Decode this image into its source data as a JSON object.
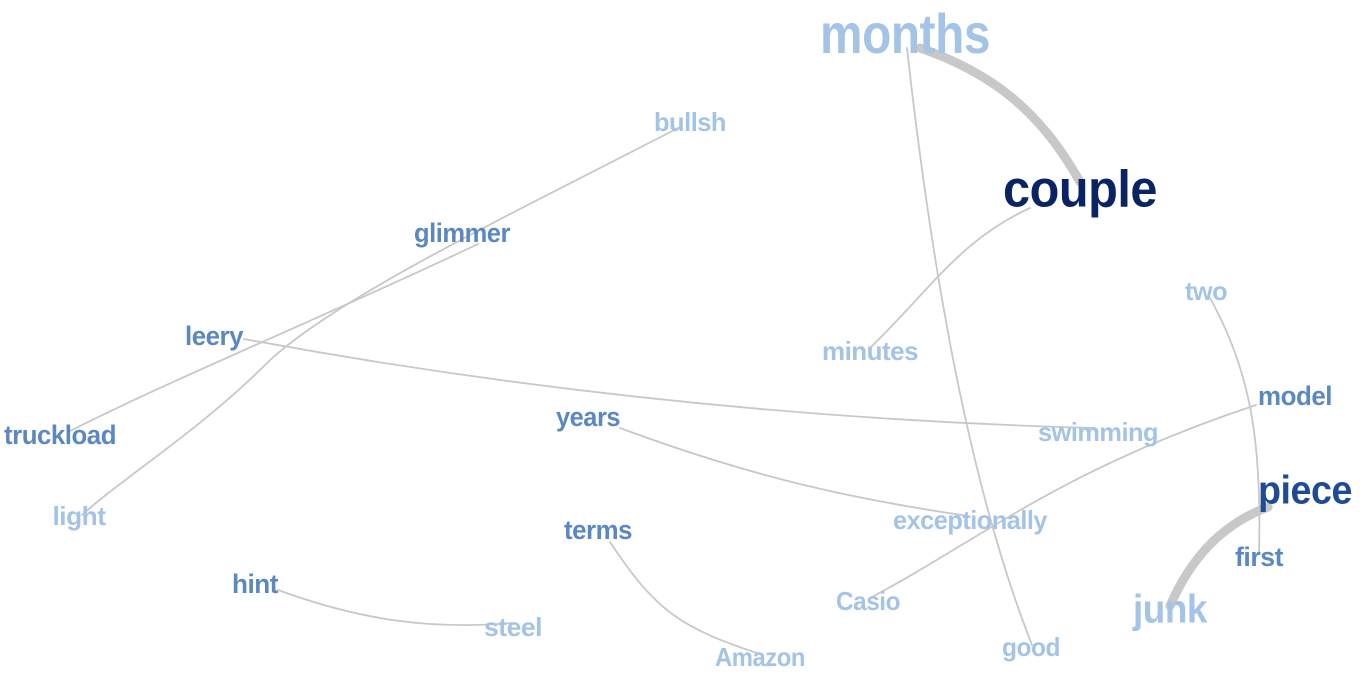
{
  "colors": {
    "edge": "#c8c8c8",
    "level1": "#a3c4e6",
    "level2": "#5b88c0",
    "level3": "#1f4a94",
    "level4": "#0a2463"
  },
  "nodes": [
    {
      "id": "months",
      "label": "months",
      "level": 1
    },
    {
      "id": "couple",
      "label": "couple",
      "level": 4
    },
    {
      "id": "bullsh",
      "label": "bullsh",
      "level": 1
    },
    {
      "id": "glimmer",
      "label": "glimmer",
      "level": 2
    },
    {
      "id": "leery",
      "label": "leery",
      "level": 2
    },
    {
      "id": "truckload",
      "label": "truckload",
      "level": 2
    },
    {
      "id": "light",
      "label": "light",
      "level": 1
    },
    {
      "id": "minutes",
      "label": "minutes",
      "level": 1
    },
    {
      "id": "two",
      "label": "two",
      "level": 1
    },
    {
      "id": "model",
      "label": "model",
      "level": 2
    },
    {
      "id": "years",
      "label": "years",
      "level": 2
    },
    {
      "id": "swimming",
      "label": "swimming",
      "level": 1
    },
    {
      "id": "piece",
      "label": "piece",
      "level": 3
    },
    {
      "id": "exceptionally",
      "label": "exceptionally",
      "level": 1
    },
    {
      "id": "first",
      "label": "first",
      "level": 2
    },
    {
      "id": "terms",
      "label": "terms",
      "level": 2
    },
    {
      "id": "hint",
      "label": "hint",
      "level": 2
    },
    {
      "id": "casio",
      "label": "Casio",
      "level": 1
    },
    {
      "id": "junk",
      "label": "junk",
      "level": 1
    },
    {
      "id": "steel",
      "label": "steel",
      "level": 1
    },
    {
      "id": "amazon",
      "label": "Amazon",
      "level": 1
    },
    {
      "id": "good",
      "label": "good",
      "level": 1
    }
  ],
  "edges": [
    {
      "source": "months",
      "target": "couple",
      "weight": 3
    },
    {
      "source": "months",
      "target": "good",
      "weight": 1
    },
    {
      "source": "couple",
      "target": "minutes",
      "weight": 1
    },
    {
      "source": "bullsh",
      "target": "light",
      "weight": 1
    },
    {
      "source": "glimmer",
      "target": "truckload",
      "weight": 1
    },
    {
      "source": "leery",
      "target": "swimming",
      "weight": 1
    },
    {
      "source": "years",
      "target": "exceptionally",
      "weight": 1
    },
    {
      "source": "model",
      "target": "casio",
      "weight": 1
    },
    {
      "source": "two",
      "target": "first",
      "weight": 1
    },
    {
      "source": "piece",
      "target": "junk",
      "weight": 3
    },
    {
      "source": "terms",
      "target": "amazon",
      "weight": 1
    },
    {
      "source": "hint",
      "target": "steel",
      "weight": 1
    }
  ]
}
